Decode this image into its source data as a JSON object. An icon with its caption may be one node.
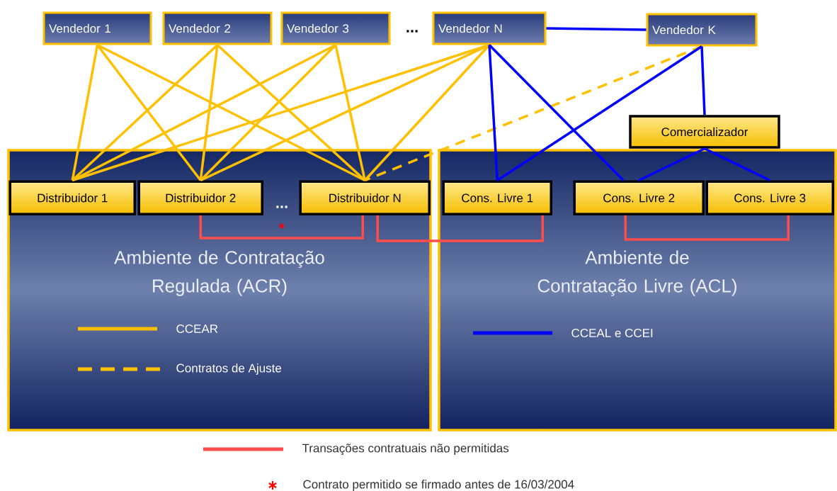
{
  "diagram": {
    "nodes": [
      {
        "text": [
          "Vendedor 1"
        ]
      },
      {
        "text": [
          "Vendedor 2"
        ]
      },
      {
        "text": [
          "Vendedor 3"
        ]
      },
      {
        "text": [
          "Vendedor N"
        ]
      },
      {
        "text": [
          "Vendedor K"
        ]
      },
      {
        "text": [
          "Comercializador"
        ]
      },
      {
        "text": [
          "Ambiente de Contratação Regulada (ACR)"
        ]
      },
      {
        "text": [
          "Ambiente de Contratação Livre (ACL)"
        ]
      },
      {
        "text": [
          "Distribuidor 1"
        ],
        "in": 6
      },
      {
        "text": [
          "Distribuidor 2"
        ],
        "in": 6
      },
      {
        "text": [
          "Distribuidor N"
        ],
        "in": 6
      },
      {
        "text": [
          "Cons. Livre 1"
        ],
        "in": 7
      },
      {
        "text": [
          "Cons. Livre 2"
        ],
        "in": 7
      },
      {
        "text": [
          "Cons. Livre 3"
        ],
        "in": 7
      }
    ],
    "edges": [
      {
        "from": 0,
        "to": 8,
        "arrow": "none"
      },
      {
        "from": 0,
        "to": 9,
        "arrow": "none"
      },
      {
        "from": 0,
        "to": 10,
        "arrow": "none"
      },
      {
        "from": 1,
        "to": 8,
        "arrow": "none"
      },
      {
        "from": 1,
        "to": 9,
        "arrow": "none"
      },
      {
        "from": 1,
        "to": 10,
        "arrow": "none"
      },
      {
        "from": 2,
        "to": 8,
        "arrow": "none"
      },
      {
        "from": 2,
        "to": 9,
        "arrow": "none"
      },
      {
        "from": 2,
        "to": 10,
        "arrow": "none"
      },
      {
        "from": 3,
        "to": 8,
        "arrow": "none"
      },
      {
        "from": 3,
        "to": 9,
        "arrow": "none"
      },
      {
        "from": 3,
        "to": 10,
        "arrow": "none"
      },
      {
        "from": 4,
        "to": 10,
        "arrow": "none",
        "style": "dashed"
      },
      {
        "from": 3,
        "to": 4,
        "arrow": "none",
        "color": "#0000ff"
      },
      {
        "from": 3,
        "to": 11,
        "arrow": "none",
        "color": "#0000ff"
      },
      {
        "from": 3,
        "to": 12,
        "arrow": "none",
        "color": "#0000ff"
      },
      {
        "from": 4,
        "to": 11,
        "arrow": "none",
        "color": "#0000ff"
      },
      {
        "from": 4,
        "to": 5,
        "arrow": "none",
        "color": "#0000ff"
      },
      {
        "from": 5,
        "to": 12,
        "arrow": "none",
        "color": "#0000ff"
      },
      {
        "from": 5,
        "to": 13,
        "arrow": "none",
        "color": "#0000ff"
      },
      {
        "from": 9,
        "to": 10,
        "arrow": "none",
        "color": "#ff4d4d",
        "label": "*"
      },
      {
        "from": 10,
        "to": 11,
        "arrow": "none",
        "color": "#ff4d4d"
      },
      {
        "from": 12,
        "to": 13,
        "arrow": "none",
        "color": "#ff4d4d"
      }
    ],
    "labels": [
      "...",
      "..."
    ],
    "legend": [
      {
        "text": "CCEAR"
      },
      {
        "text": "Contratos de Ajuste"
      },
      {
        "text": "CCEAL e CCEI"
      },
      {
        "text": "Transações contratuais não permitidas"
      },
      {
        "text": "Contrato permitido se firmado antes de 16/03/2004"
      }
    ]
  }
}
